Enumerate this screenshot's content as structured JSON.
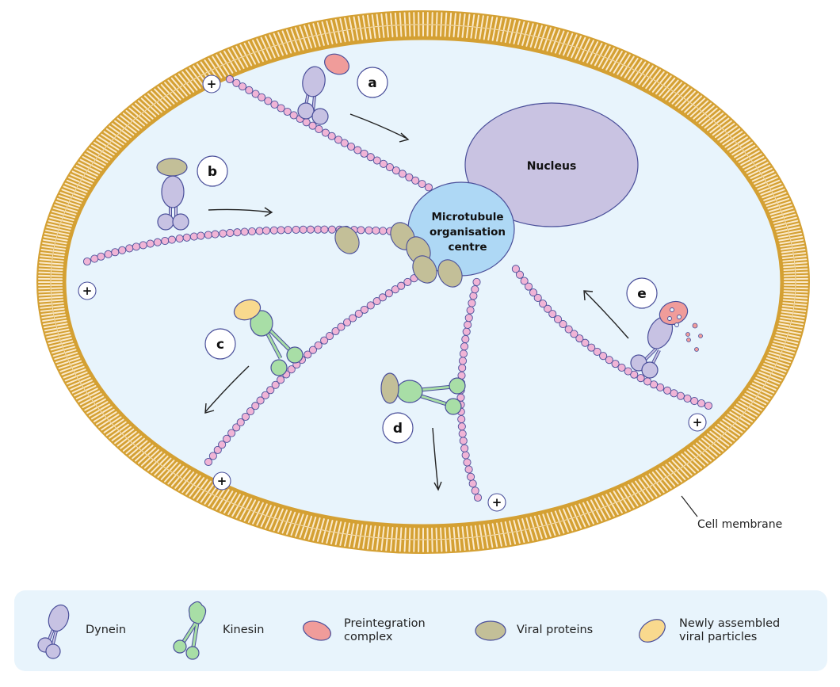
{
  "diagram": {
    "title": "Viral transport along microtubules",
    "labels": {
      "nucleus": "Nucleus",
      "mtoc": [
        "Microtubule",
        "organisation",
        "centre"
      ],
      "cell_membrane": "Cell membrane"
    },
    "steps": [
      {
        "id": "a",
        "label": "a",
        "motor": "dynein",
        "cargo": "preintegration-complex",
        "direction": "toward-centre"
      },
      {
        "id": "b",
        "label": "b",
        "motor": "dynein",
        "cargo": "viral-proteins",
        "direction": "toward-centre"
      },
      {
        "id": "c",
        "label": "c",
        "motor": "kinesin",
        "cargo": "newly-assembled-viral-particles",
        "direction": "toward-membrane"
      },
      {
        "id": "d",
        "label": "d",
        "motor": "kinesin",
        "cargo": "viral-proteins",
        "direction": "toward-membrane"
      },
      {
        "id": "e",
        "label": "e",
        "motor": "dynein",
        "cargo": "preintegration-complex-releasing",
        "direction": "toward-centre"
      }
    ],
    "plus_end_symbol": "+",
    "colors": {
      "membrane": "#d4a033",
      "membrane_inner": "#fbeacb",
      "cytoplasm": "#e8f4fc",
      "nucleus": "#c9c3e2",
      "mtoc": "#aed8f5",
      "microtubule_bead": "#f0b4d6",
      "outline": "#4a4f9a",
      "dynein": "#c7c2e3",
      "kinesin": "#a8dea6",
      "preintegration_complex": "#f09c9a",
      "viral_proteins": "#c3bf98",
      "viral_particles": "#f9d98e"
    }
  },
  "legend": {
    "items": [
      {
        "icon": "dynein-icon",
        "label": "Dynein"
      },
      {
        "icon": "kinesin-icon",
        "label": "Kinesin"
      },
      {
        "icon": "preintegration-complex-icon",
        "label": "Preintegration\ncomplex"
      },
      {
        "icon": "viral-proteins-icon",
        "label": "Viral proteins"
      },
      {
        "icon": "viral-particles-icon",
        "label": "Newly assembled\nviral particles"
      }
    ]
  }
}
